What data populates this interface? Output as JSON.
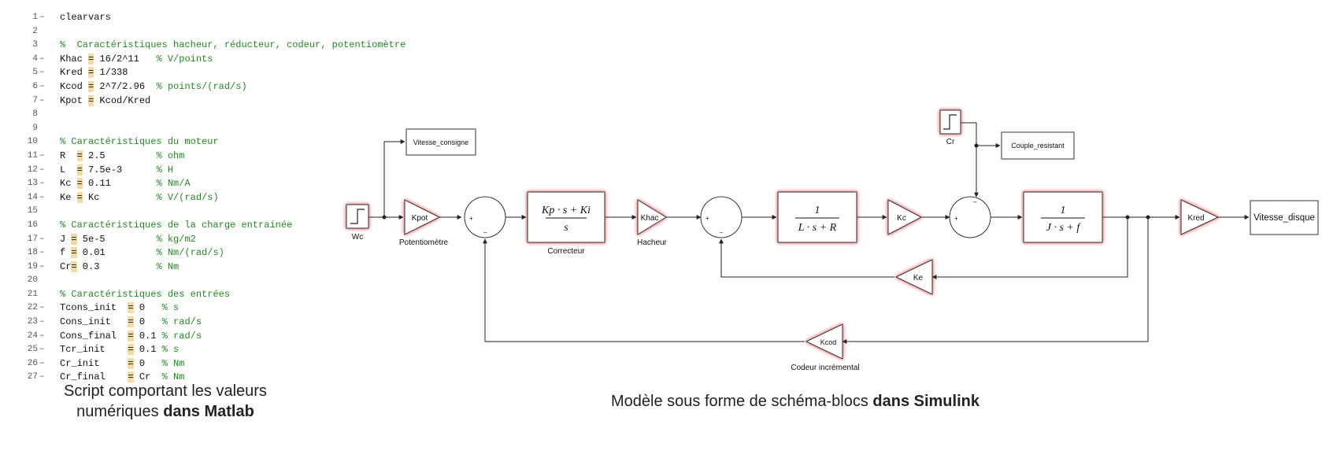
{
  "script": {
    "lines": [
      {
        "n": "1",
        "mark": "–",
        "code": "clearvars",
        "comment": ""
      },
      {
        "n": "2",
        "mark": "",
        "code": "",
        "comment": ""
      },
      {
        "n": "3",
        "mark": "",
        "code": "",
        "comment": "%  Caractéristiques hacheur, réducteur, codeur, potentiomètre"
      },
      {
        "n": "4",
        "mark": "–",
        "code": "Khac = 16/2^11   ",
        "comment": "% V/points"
      },
      {
        "n": "5",
        "mark": "–",
        "code": "Kred = 1/338",
        "comment": ""
      },
      {
        "n": "6",
        "mark": "–",
        "code": "Kcod = 2^7/2.96  ",
        "comment": "% points/(rad/s)"
      },
      {
        "n": "7",
        "mark": "–",
        "code": "Kpot = Kcod/Kred",
        "comment": ""
      },
      {
        "n": "8",
        "mark": "",
        "code": "",
        "comment": ""
      },
      {
        "n": "9",
        "mark": "",
        "code": "",
        "comment": ""
      },
      {
        "n": "10",
        "mark": "",
        "code": "",
        "comment": "% Caractéristiques du moteur"
      },
      {
        "n": "11",
        "mark": "–",
        "code": "R  = 2.5         ",
        "comment": "% ohm"
      },
      {
        "n": "12",
        "mark": "–",
        "code": "L  = 7.5e-3      ",
        "comment": "% H"
      },
      {
        "n": "13",
        "mark": "–",
        "code": "Kc = 0.11        ",
        "comment": "% Nm/A"
      },
      {
        "n": "14",
        "mark": "–",
        "code": "Ke = Kc          ",
        "comment": "% V/(rad/s)"
      },
      {
        "n": "15",
        "mark": "",
        "code": "",
        "comment": ""
      },
      {
        "n": "16",
        "mark": "",
        "code": "",
        "comment": "% Caractéristiques de la charge entrainée"
      },
      {
        "n": "17",
        "mark": "–",
        "code": "J = 5e-5         ",
        "comment": "% kg/m2"
      },
      {
        "n": "18",
        "mark": "–",
        "code": "f = 0.01         ",
        "comment": "% Nm/(rad/s)"
      },
      {
        "n": "19",
        "mark": "–",
        "code": "Cr= 0.3          ",
        "comment": "% Nm"
      },
      {
        "n": "20",
        "mark": "",
        "code": "",
        "comment": ""
      },
      {
        "n": "21",
        "mark": "",
        "code": "",
        "comment": "% Caractéristiques des entrées"
      },
      {
        "n": "22",
        "mark": "–",
        "code": "Tcons_init  = 0   ",
        "comment": "% s"
      },
      {
        "n": "23",
        "mark": "–",
        "code": "Cons_init   = 0   ",
        "comment": "% rad/s"
      },
      {
        "n": "24",
        "mark": "–",
        "code": "Cons_final  = 0.1 ",
        "comment": "% rad/s"
      },
      {
        "n": "25",
        "mark": "–",
        "code": "Tcr_init    = 0.1 ",
        "comment": "% s"
      },
      {
        "n": "26",
        "mark": "–",
        "code": "Cr_init     = 0   ",
        "comment": "% Nm"
      },
      {
        "n": "27",
        "mark": "–",
        "code": "Cr_final    = Cr  ",
        "comment": "% Nm"
      }
    ]
  },
  "captions": {
    "left_line1": "Script comportant les valeurs",
    "left_line2_pre": "numériques ",
    "left_line2_bold": "dans Matlab",
    "right_pre": "Modèle sous forme de schéma-blocs ",
    "right_bold": "dans Simulink"
  },
  "blocks": {
    "wc": "Wc",
    "kpot": "Kpot",
    "potentiometre": "Potentiomètre",
    "vitesse_consigne": "Vitesse_consigne",
    "correcteur_num": "Kp · s + Ki",
    "correcteur_den": "s",
    "correcteur": "Correcteur",
    "khac": "Khac",
    "hacheur": "Hacheur",
    "elec_num": "1",
    "elec_den": "L · s + R",
    "kc": "Kc",
    "cr": "Cr",
    "couple_resistant": "Couple_resistant",
    "mech_num": "1",
    "mech_den": "J · s + f",
    "kred": "Kred",
    "vitesse_disque": "Vitesse_disque",
    "ke": "Ke",
    "kcod": "Kcod",
    "codeur": "Codeur incrémental",
    "plus": "+",
    "minus": "–"
  }
}
